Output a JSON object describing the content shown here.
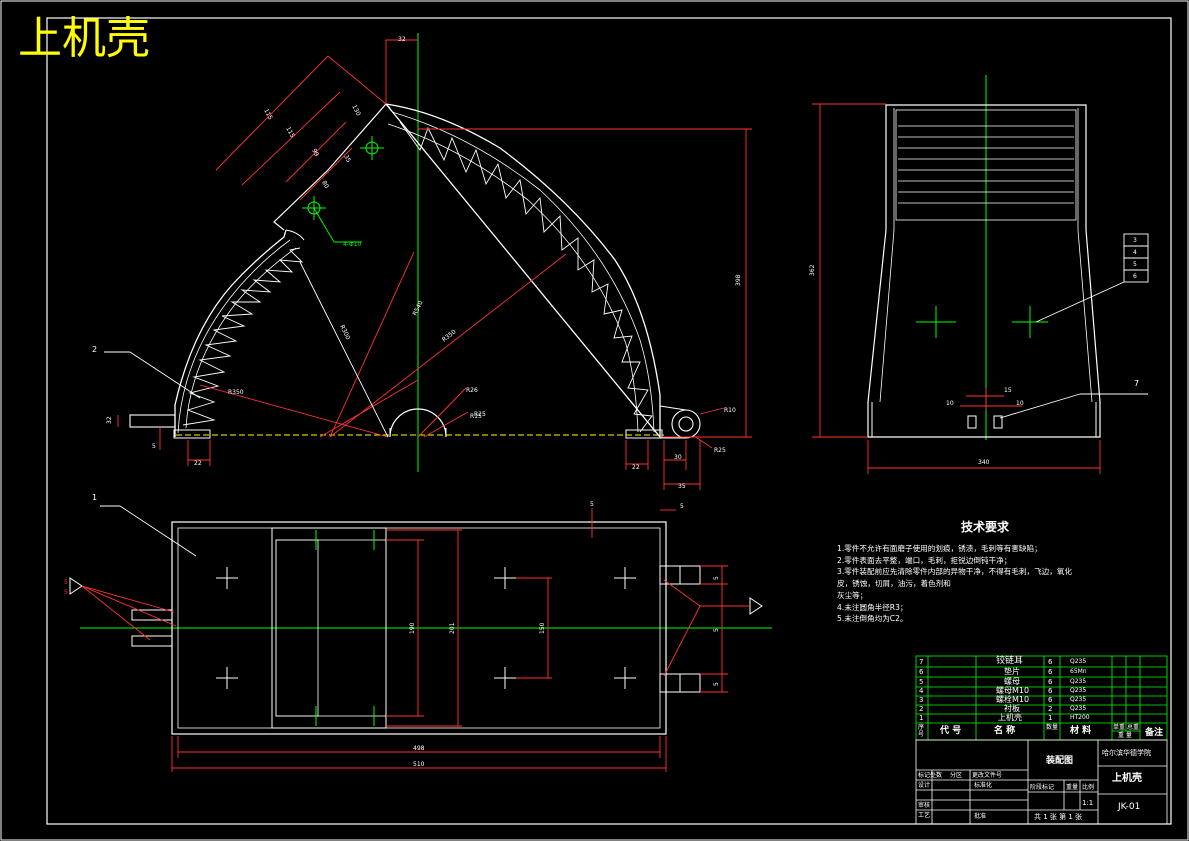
{
  "drawing_title": "上机壳",
  "front_view": {
    "dims": {
      "top_offset": "32",
      "overall_height": "398",
      "left_pin_h": "32",
      "left_step": "5",
      "left_foot": "22",
      "right_foot": "22",
      "right_gap": "30",
      "right_total": "35",
      "radius_small": "R25",
      "radius_pin": "R10",
      "radius_top": "R15"
    },
    "arm_dims": [
      "115",
      "115",
      "130",
      "99",
      "80",
      "35"
    ],
    "radii": [
      "R540",
      "R350",
      "R300",
      "R350",
      "R26",
      "R25"
    ],
    "hole_label": "4-Φ10"
  },
  "side_view": {
    "height_dim": "362",
    "width_dim": "340",
    "hole_dims": [
      "15",
      "10",
      "10"
    ],
    "callouts": [
      "3",
      "4",
      "5",
      "6",
      "7"
    ]
  },
  "top_view": {
    "dims": {
      "length_inner": "498",
      "length_total": "510",
      "width_inner": "190",
      "width_total": "201",
      "hole_span": "150",
      "offset_5a": "5",
      "offset_5b": "5",
      "offset_5c": "5",
      "offset_5d": "5",
      "offset_5e": "5"
    },
    "section_marks": [
      "5",
      "5"
    ],
    "callout": "1",
    "callout_front": "2"
  },
  "technical_requirements": {
    "title": "技术要求",
    "items": [
      "1.零件不允许有面磨子使用的划痕，锈渍，毛刺等有害缺陷；",
      "2.零件表面去平整，端口，毛刺，拒锐边倒钝干净；",
      "3.零件装配前应先清除零件内部的异物干净，不得有毛刺，飞边，氧化皮，锈蚀，切屑，油污，着色剂和",
      "  灰尘等；",
      "4.未注圆角半径R3；",
      "5.未注倒角均为C2。"
    ]
  },
  "bom": {
    "rows": [
      {
        "no": "7",
        "name": "铰链耳",
        "qty": "6",
        "material": "Q235"
      },
      {
        "no": "6",
        "name": "垫片",
        "qty": "6",
        "material": "65Mn"
      },
      {
        "no": "5",
        "name": "螺母",
        "qty": "6",
        "material": "Q235"
      },
      {
        "no": "4",
        "name": "螺母M10",
        "qty": "6",
        "material": "Q235"
      },
      {
        "no": "3",
        "name": "螺栓M10",
        "qty": "6",
        "material": "Q235"
      },
      {
        "no": "2",
        "name": "衬板",
        "qty": "2",
        "material": "Q235"
      },
      {
        "no": "1",
        "name": "上机壳",
        "qty": "1",
        "material": "HT200"
      }
    ],
    "header": {
      "seq": "序号",
      "code": "代 号",
      "name": "名 称",
      "qty": "数量",
      "material": "材 料",
      "unit_weight": "单重",
      "total_weight": "总重",
      "weight": "重 量",
      "remarks": "备注"
    }
  },
  "title_block": {
    "assembly": "装配图",
    "school": "哈尔滨华德学院",
    "part_name": "上机壳",
    "drawing_no": "JK-01",
    "scale": "1:1",
    "sheets": "共 1 张  第 1 张",
    "stage_label": "阶段标记",
    "weight_label": "重量",
    "scale_label": "比例",
    "designer": "设计",
    "checker": "审核",
    "process": "工艺",
    "approve": "批准",
    "standard": "标准化",
    "mark": "标记处数",
    "division": "分区",
    "change_no": "更改文件号"
  }
}
